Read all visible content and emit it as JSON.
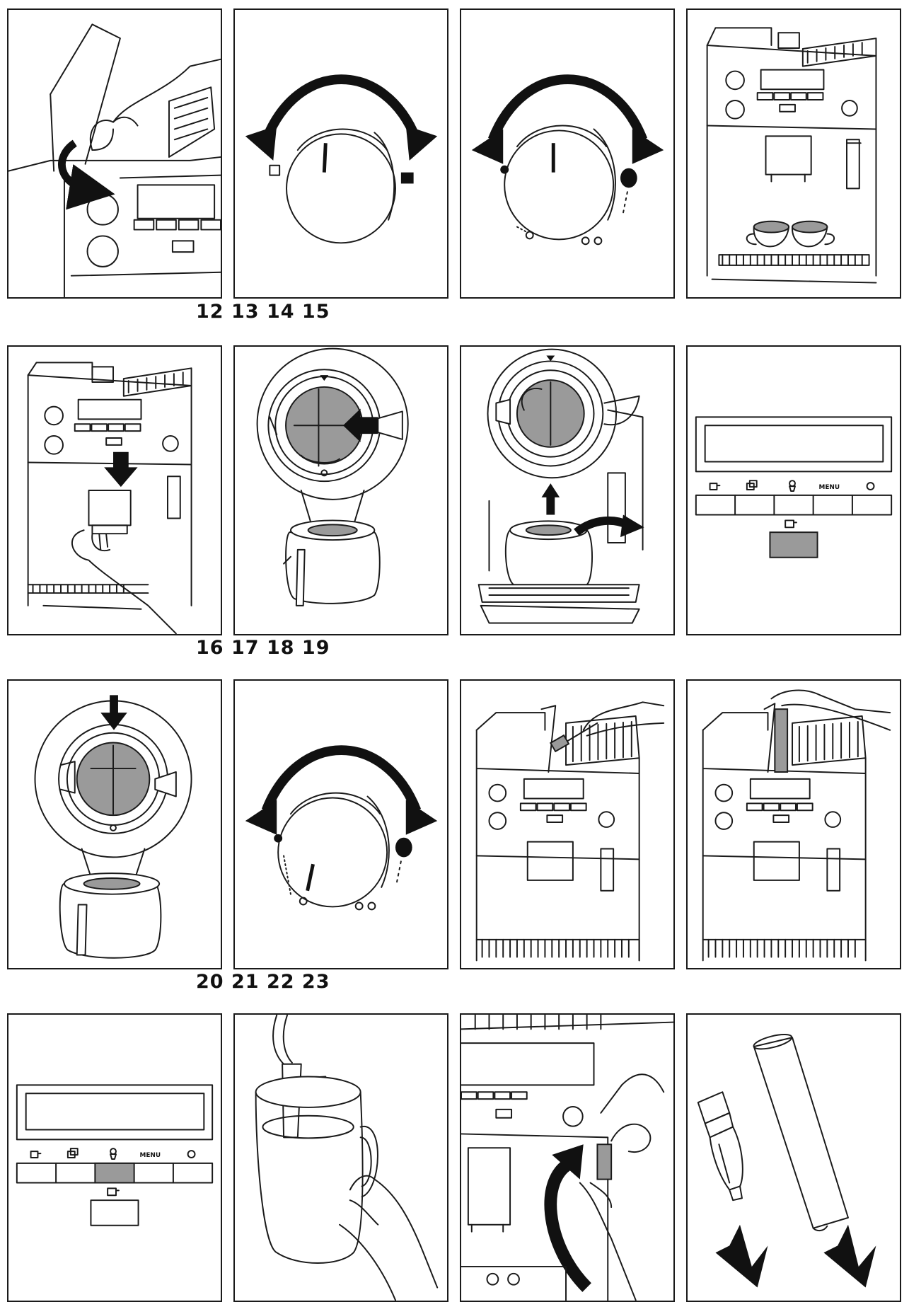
{
  "rows": [
    {
      "label": "12 13 14 15"
    },
    {
      "label": "16 17 18 19"
    },
    {
      "label": "20 21 22 23"
    }
  ],
  "display": {
    "menu_label": "MENU"
  },
  "colors": {
    "line": "#1a1a1a",
    "highlight": "#9a9a9a",
    "background": "#ffffff"
  }
}
